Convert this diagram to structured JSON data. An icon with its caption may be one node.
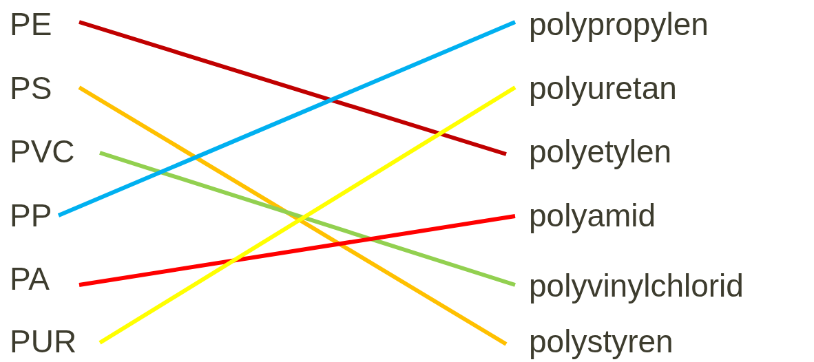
{
  "diagram": {
    "nodes": [
      {
        "text": [
          "PE"
        ]
      },
      {
        "text": [
          "PS"
        ]
      },
      {
        "text": [
          "PVC"
        ]
      },
      {
        "text": [
          "PP"
        ]
      },
      {
        "text": [
          "PA"
        ]
      },
      {
        "text": [
          "PUR"
        ]
      },
      {
        "text": [
          "polypropylen"
        ]
      },
      {
        "text": [
          "polyuretan"
        ]
      },
      {
        "text": [
          "polyetylen"
        ]
      },
      {
        "text": [
          "polyamid"
        ]
      },
      {
        "text": [
          "polyvinylchlorid"
        ]
      },
      {
        "text": [
          "polystyren"
        ]
      }
    ],
    "edges": [
      {
        "from": 0,
        "to": 8,
        "arrow": "none",
        "color": "#c00000"
      },
      {
        "from": 1,
        "to": 11,
        "arrow": "none",
        "color": "#ffc000"
      },
      {
        "from": 2,
        "to": 10,
        "arrow": "none",
        "color": "#92d050"
      },
      {
        "from": 3,
        "to": 6,
        "arrow": "none",
        "color": "#00b0f0"
      },
      {
        "from": 4,
        "to": 9,
        "arrow": "none",
        "color": "#ff0000"
      },
      {
        "from": 5,
        "to": 7,
        "arrow": "none",
        "color": "#ffff00"
      }
    ]
  }
}
